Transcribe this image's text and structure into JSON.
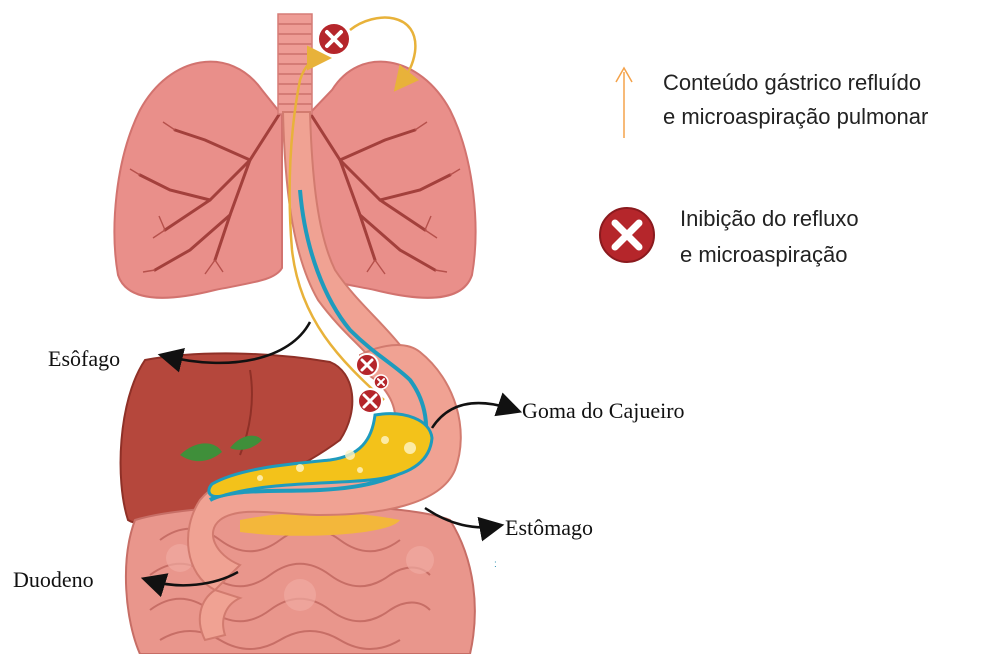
{
  "labels": {
    "esofago": "Esôfago",
    "goma": "Goma do Cajueiro",
    "estomago": "Estômago",
    "duodeno": "Duodeno"
  },
  "legend": {
    "reflux_line1": "Conteúdo gástrico refluído",
    "reflux_line2": "e microaspiração pulmonar",
    "inhibit_line1": "Inibição do refluxo",
    "inhibit_line2": "e microaspiração"
  },
  "colors": {
    "reflux_arrow": "#f4a24a",
    "reflux_path": "#e8b23a",
    "inhibit_badge": "#b5262b",
    "lung": "#e98f8a",
    "bronchi": "#a3403c",
    "liver": "#b5473c",
    "stomach": "#f0a293",
    "gum_coating": "#1e9bbd",
    "gum_content": "#f3c21a",
    "intestine": "#e9968c"
  },
  "icons": {
    "reflux": "arrow-up-icon",
    "inhibit": "x-circle-icon"
  }
}
